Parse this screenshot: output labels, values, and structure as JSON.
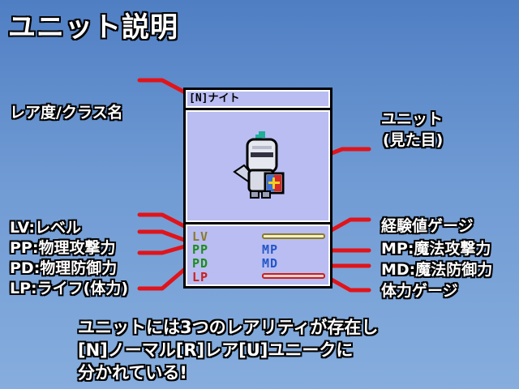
{
  "page": {
    "title": "ユニット説明"
  },
  "card": {
    "name": "[N]ナイト",
    "stat_labels": {
      "lv": "LV",
      "pp": "PP",
      "pd": "PD",
      "lp": "LP",
      "mp": "MP",
      "md": "MD"
    },
    "colors": {
      "lv": "#8a7a2a",
      "pp": "#1c8c1c",
      "pd": "#1c8c1c",
      "lp": "#c8201e",
      "mp": "#2456c8",
      "md": "#2456c8"
    }
  },
  "labels": {
    "rarity_class": "レア度/クラス名",
    "unit_view_line1": "ユニット",
    "unit_view_line2": "(見た目)",
    "lv": "LV:レベル",
    "pp": "PP:物理攻撃力",
    "pd": "PD:物理防御力",
    "lp": "LP:ライフ(体力)",
    "exp_gauge": "経験値ゲージ",
    "mp": "MP:魔法攻撃力",
    "md": "MD:魔法防御力",
    "hp_gauge": "体力ゲージ"
  },
  "note": {
    "line1": "ユニットには3つのレアリティが存在し",
    "line2": "[N]ノーマル[R]レア[U]ユニークに",
    "line3": "分かれている!"
  },
  "accent_color": "#e0141a"
}
